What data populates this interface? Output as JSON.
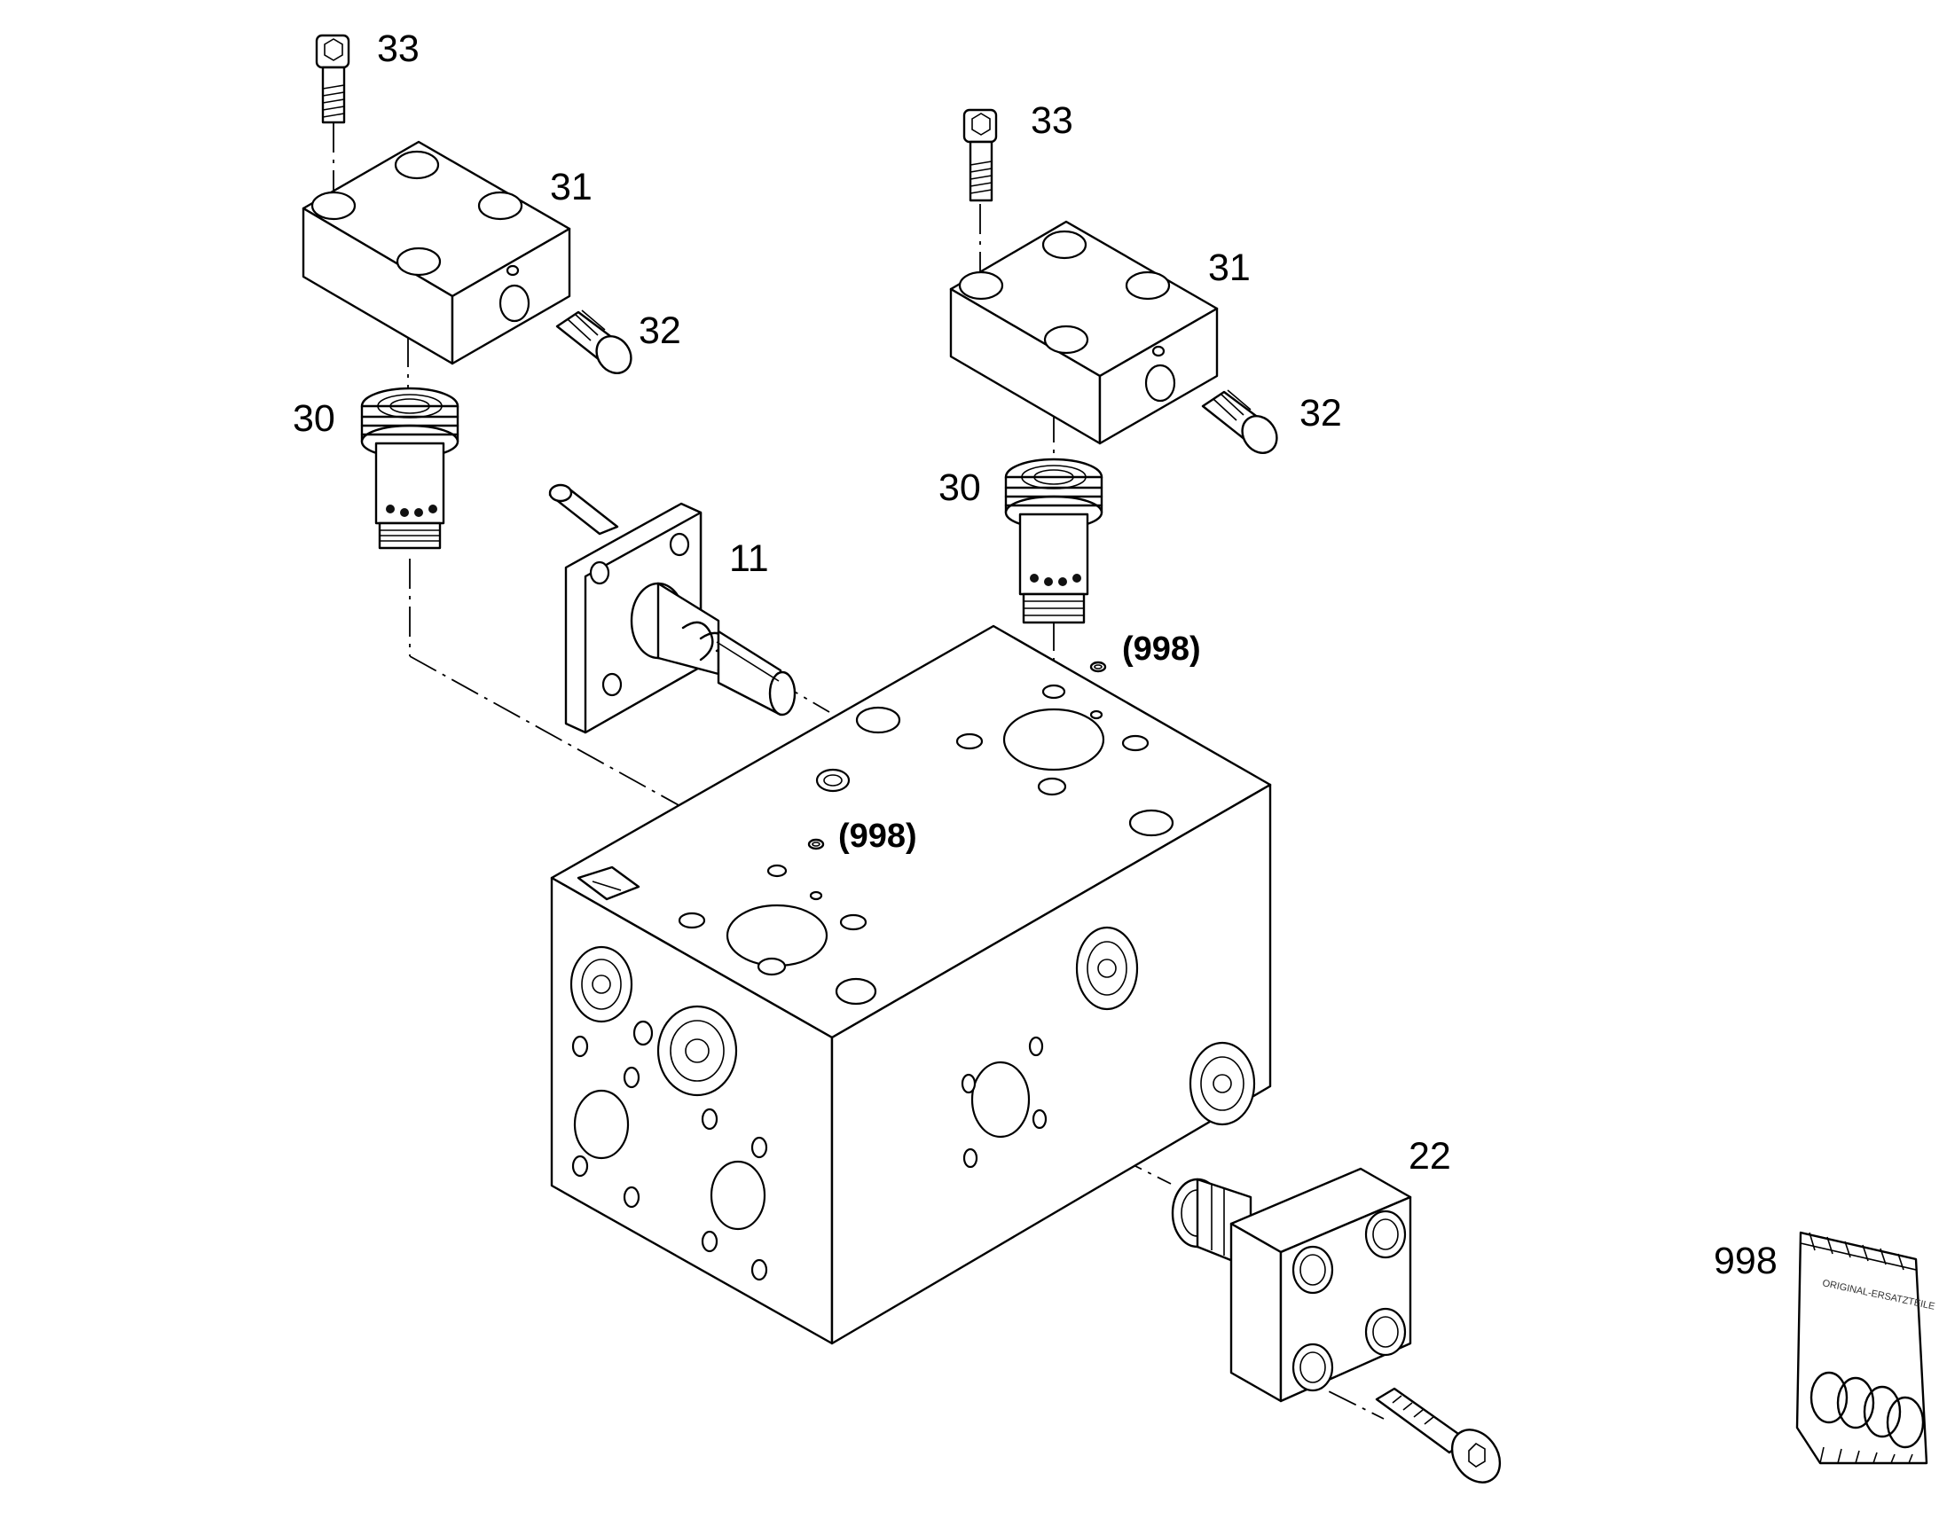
{
  "callouts": {
    "screw_left": "33",
    "block_left": "31",
    "plug_left": "32",
    "cartridge_left": "30",
    "screw_right": "33",
    "block_right": "31",
    "plug_right": "32",
    "cartridge_right": "30",
    "solenoid_valve": "11",
    "seal_right": "(998)",
    "seal_left": "(998)",
    "side_valve": "22",
    "seal_kit": "998"
  },
  "seal_kit_bag_text": "ORIGINAL-ERSATZTEILE"
}
